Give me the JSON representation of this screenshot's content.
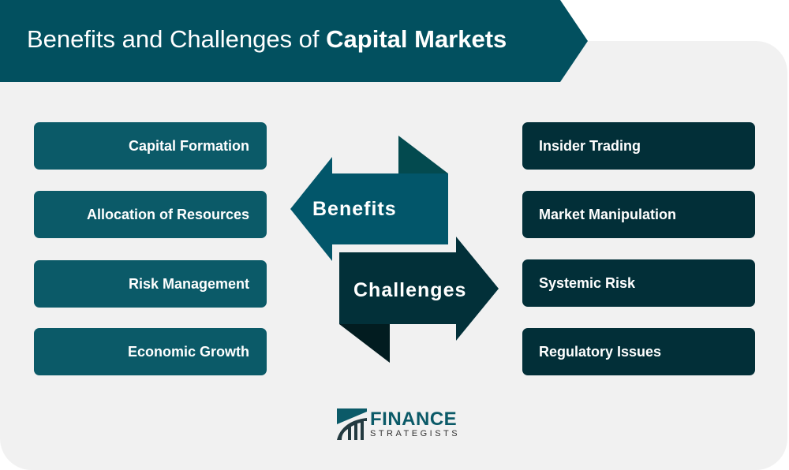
{
  "title": {
    "regular": "Benefits and Challenges of ",
    "bold": "Capital Markets"
  },
  "benefits": {
    "label": "Benefits",
    "items": [
      "Capital Formation",
      "Allocation of Resources",
      "Risk Management",
      "Economic Growth"
    ]
  },
  "challenges": {
    "label": "Challenges",
    "items": [
      "Insider Trading",
      "Market Manipulation",
      "Systemic Risk",
      "Regulatory Issues"
    ]
  },
  "logo": {
    "line1": "FINANCE",
    "line2": "STRATEGISTS"
  },
  "colors": {
    "banner": "#02505f",
    "benefit": "#0b5a68",
    "challenge": "#022f38",
    "panel": "#f1f1f1"
  }
}
